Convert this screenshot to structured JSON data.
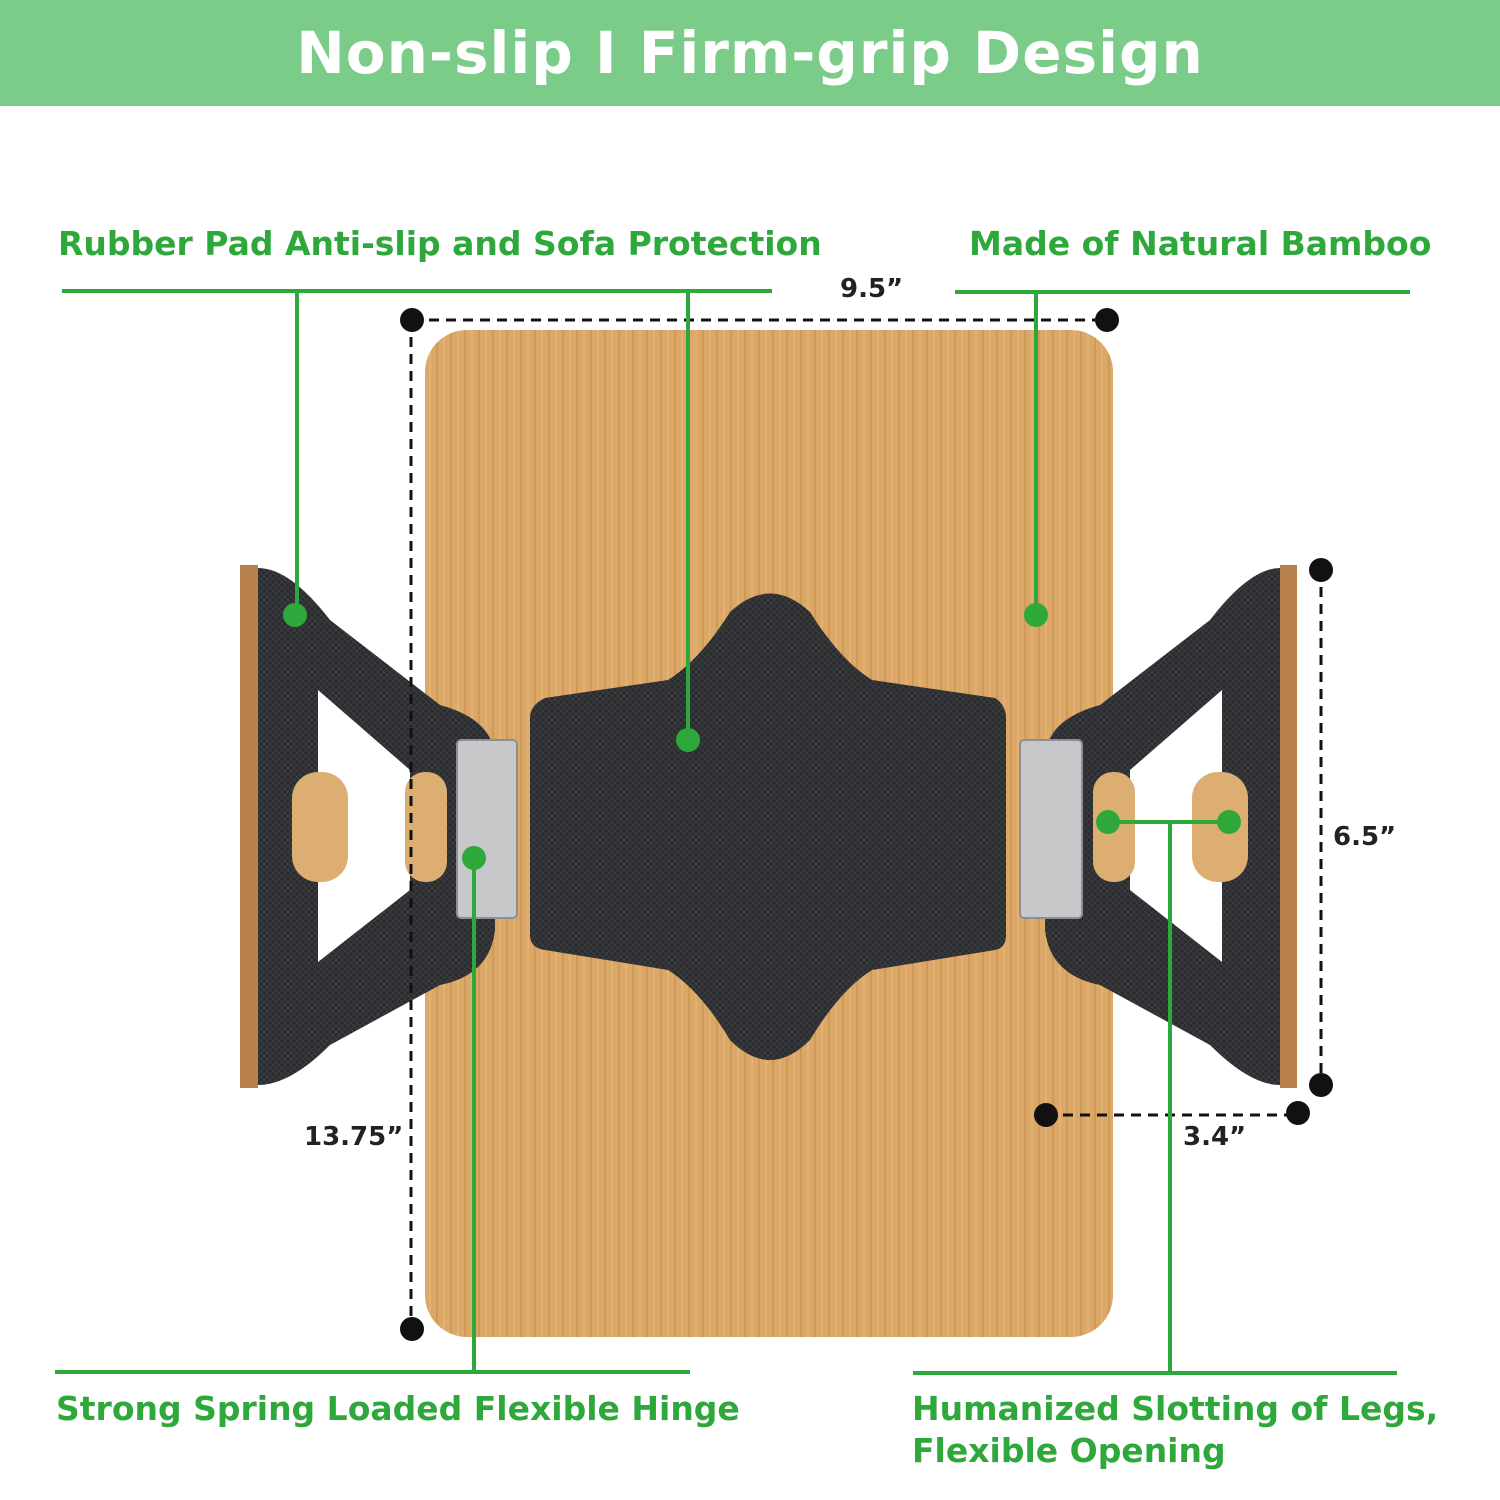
{
  "title": "Non-slip I Firm-grip Design",
  "callouts": {
    "rubber_pad": "Rubber Pad Anti-slip and Sofa Protection",
    "bamboo": "Made of Natural Bamboo",
    "hinge": "Strong Spring Loaded Flexible Hinge",
    "slotting_line1": "Humanized Slotting of Legs,",
    "slotting_line2": "Flexible Opening"
  },
  "dimensions": {
    "width": "9.5”",
    "length": "13.75”",
    "leg_height": "6.5”",
    "leg_depth": "3.4”"
  },
  "colors": {
    "header": "#7bcc88",
    "accent_green": "#2fa83b",
    "bamboo": "#dca868",
    "rubber": "#2a2c2e"
  }
}
